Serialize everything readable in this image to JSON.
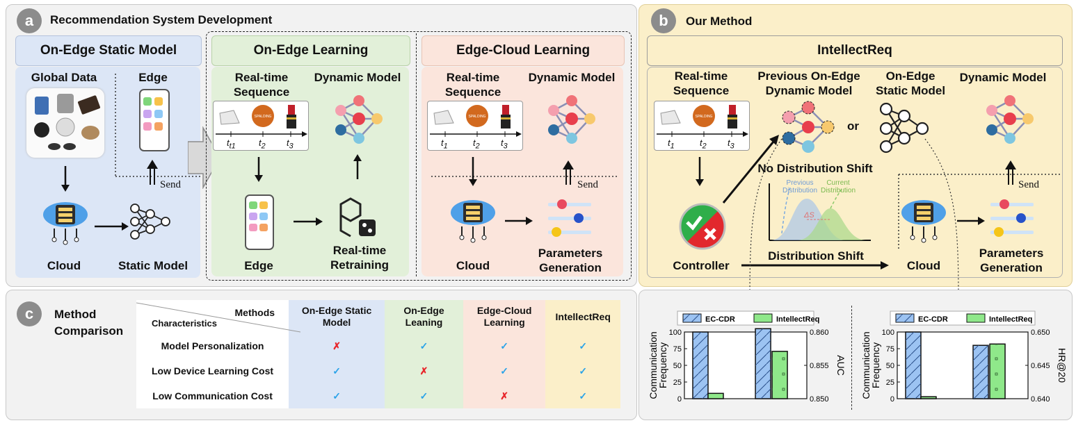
{
  "panel_a": {
    "badge": "a",
    "title": "Recommendation System Development",
    "static": {
      "header": "On-Edge Static Model",
      "global_data": "Global Data",
      "edge": "Edge",
      "send": "Send",
      "cloud": "Cloud",
      "static_model": "Static Model"
    },
    "learning": {
      "header": "On-Edge Learning",
      "sequence": "Real-time Sequence",
      "dynamic_model": "Dynamic Model",
      "edge": "Edge",
      "retraining": "Real-time Retraining"
    },
    "edgecloud": {
      "header": "Edge-Cloud Learning",
      "sequence": "Real-time Sequence",
      "dynamic_model": "Dynamic Model",
      "send": "Send",
      "cloud": "Cloud",
      "params": "Parameters Generation"
    },
    "ticks": [
      "t1",
      "t2",
      "t3"
    ]
  },
  "panel_b": {
    "badge": "b",
    "title": "Our Method",
    "header": "IntellectReq",
    "sequence": "Real-time Sequence",
    "prev_model": "Previous On-Edge Dynamic Model",
    "or": "or",
    "static_model": "On-Edge Static Model",
    "dynamic_model": "Dynamic Model",
    "no_shift": "No Distribution Shift",
    "prev_dist": "Previous Distribution",
    "curr_dist": "Current Distribution",
    "delta": "ΔS",
    "shift": "Distribution Shift",
    "controller": "Controller",
    "cloud": "Cloud",
    "params": "Parameters Generation",
    "send": "Send"
  },
  "panel_c": {
    "badge": "c",
    "title": "Method Comparison",
    "corner_methods": "Methods",
    "corner_chars": "Characteristics",
    "columns": [
      "On-Edge Static Model",
      "On-Edge Leaning",
      "Edge-Cloud Learning",
      "IntellectReq"
    ],
    "rows": [
      {
        "label": "Model Personalization",
        "cells": [
          "✗",
          "✓",
          "✓",
          "✓"
        ]
      },
      {
        "label": "Low Device Learning Cost",
        "cells": [
          "✓",
          "✗",
          "✓",
          "✓"
        ]
      },
      {
        "label": "Low Communication Cost",
        "cells": [
          "✓",
          "✓",
          "✗",
          "✓"
        ]
      }
    ]
  },
  "chart_data": [
    {
      "type": "bar",
      "series": [
        {
          "name": "EC-CDR",
          "communication_frequency": 100,
          "metric": 0.8605
        },
        {
          "name": "IntellectReq",
          "communication_frequency": 8,
          "metric": 0.8571
        }
      ],
      "left_ylabel": "Communication Frequency",
      "right_ylabel": "AUC",
      "left_ylim": [
        0,
        100
      ],
      "right_ylim": [
        0.85,
        0.86
      ],
      "left_ticks": [
        "100",
        "75",
        "50",
        "25",
        "0"
      ],
      "right_ticks": [
        "0.860",
        "0.855",
        "0.850"
      ],
      "legend": [
        "EC-CDR",
        "IntellectReq"
      ]
    },
    {
      "type": "bar",
      "series": [
        {
          "name": "EC-CDR",
          "communication_frequency": 100,
          "metric": 0.648
        },
        {
          "name": "IntellectReq",
          "communication_frequency": 3,
          "metric": 0.6482
        }
      ],
      "left_ylabel": "Communication Frequency",
      "right_ylabel": "HR@20",
      "left_ylim": [
        0,
        100
      ],
      "right_ylim": [
        0.64,
        0.65
      ],
      "left_ticks": [
        "100",
        "75",
        "50",
        "25",
        "0"
      ],
      "right_ticks": [
        "0.650",
        "0.645",
        "0.640"
      ],
      "legend": [
        "EC-CDR",
        "IntellectReq"
      ]
    }
  ],
  "colors": {
    "static_blue": "#dce6f6",
    "learning_green": "#e2f0d9",
    "edgecloud_pink": "#fbe5dc",
    "intellect_yellow": "#fbefc9",
    "bar_blue": "#9cc3f2",
    "bar_green": "#8fe88a"
  }
}
